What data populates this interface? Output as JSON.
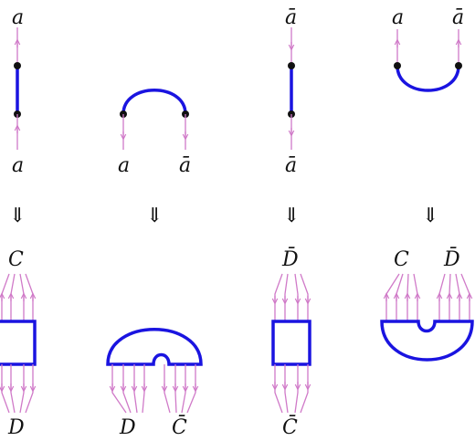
{
  "colors": {
    "strand": "#d07ac8",
    "thick": "#1a14e0",
    "dot": "#111111",
    "text": "#111111"
  },
  "implies_symbol": "⇓",
  "top_row": [
    {
      "top": "a",
      "bottom": "a"
    },
    {
      "top": "",
      "bottom_left": "a",
      "bottom_right": "ā"
    },
    {
      "top": "ā",
      "bottom": "ā"
    },
    {
      "top_left": "a",
      "top_right": "ā"
    }
  ],
  "bottom_row": [
    {
      "top": "C",
      "bottom": "D"
    },
    {
      "bottom_left": "D",
      "bottom_right": "C̄"
    },
    {
      "top": "D̄",
      "bottom": "C̄"
    },
    {
      "top_left": "C",
      "top_right": "D̄"
    }
  ]
}
